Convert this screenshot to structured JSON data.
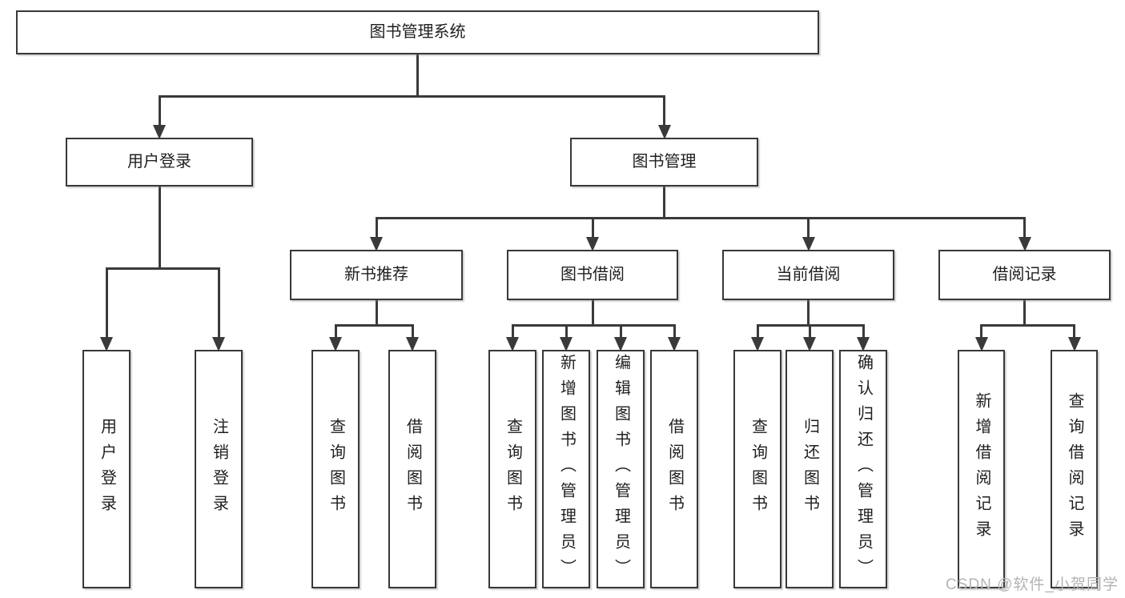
{
  "diagram": {
    "title": "图书管理系统",
    "watermark": "CSDN @软件_小贺同学",
    "colors": {
      "line": "#3a3a3a",
      "border": "#383838",
      "text": "#1f1f1f",
      "watermark": "#b3b3b3",
      "background": "#ffffff"
    },
    "nodes": [
      {
        "id": "root",
        "label": "图书管理系统"
      },
      {
        "id": "login",
        "label": "用户登录"
      },
      {
        "id": "mgmt",
        "label": "图书管理"
      },
      {
        "id": "newrec",
        "label": "新书推荐"
      },
      {
        "id": "borrow",
        "label": "图书借阅"
      },
      {
        "id": "current",
        "label": "当前借阅"
      },
      {
        "id": "records",
        "label": "借阅记录"
      },
      {
        "id": "u1",
        "label": "用户登录"
      },
      {
        "id": "u2",
        "label": "注销登录"
      },
      {
        "id": "n1",
        "label": "查询图书"
      },
      {
        "id": "n2",
        "label": "借阅图书"
      },
      {
        "id": "b1",
        "label": "查询图书"
      },
      {
        "id": "b2",
        "label": "新增图书（管理员）"
      },
      {
        "id": "b3",
        "label": "编辑图书（管理员）"
      },
      {
        "id": "b4",
        "label": "借阅图书"
      },
      {
        "id": "c1",
        "label": "查询图书"
      },
      {
        "id": "c2",
        "label": "归还图书"
      },
      {
        "id": "c3",
        "label": "确认归还（管理员）"
      },
      {
        "id": "r1",
        "label": "新增借阅记录"
      },
      {
        "id": "r2",
        "label": "查询借阅记录"
      }
    ],
    "edges": [
      {
        "from": "root",
        "to": [
          "login",
          "mgmt"
        ]
      },
      {
        "from": "login",
        "to": [
          "u1",
          "u2"
        ]
      },
      {
        "from": "mgmt",
        "to": [
          "newrec",
          "borrow",
          "current",
          "records"
        ]
      },
      {
        "from": "newrec",
        "to": [
          "n1",
          "n2"
        ]
      },
      {
        "from": "borrow",
        "to": [
          "b1",
          "b2",
          "b3",
          "b4"
        ]
      },
      {
        "from": "current",
        "to": [
          "c1",
          "c2",
          "c3"
        ]
      },
      {
        "from": "records",
        "to": [
          "r1",
          "r2"
        ]
      }
    ]
  }
}
